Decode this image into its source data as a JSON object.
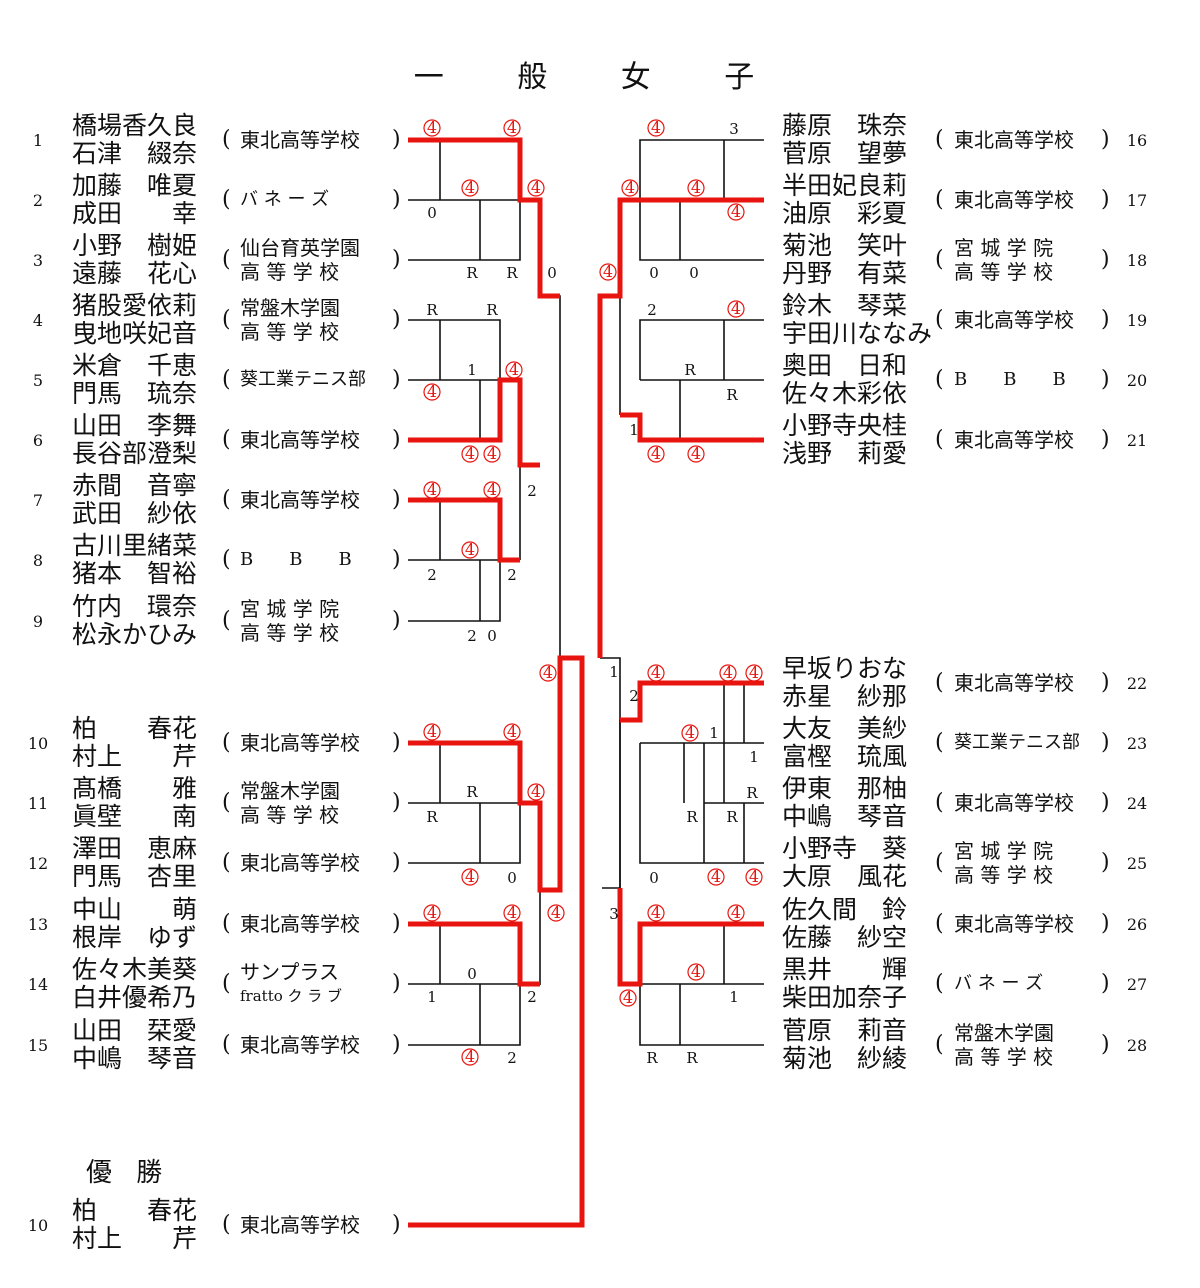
{
  "title": "一 般 女 子",
  "players": [
    {
      "no": "1",
      "a": "橋場香久良",
      "b": "石津　綴奈",
      "school": "東北高等学校"
    },
    {
      "no": "2",
      "a": "加藤　唯夏",
      "b": "成田　　幸",
      "school": "バ ネ ー ズ"
    },
    {
      "no": "3",
      "a": "小野　樹姫",
      "b": "遠藤　花心",
      "school": "仙台育英学園\n高 等 学 校"
    },
    {
      "no": "4",
      "a": "猪股愛依莉",
      "b": "曳地咲妃音",
      "school": "常盤木学園\n高 等 学 校"
    },
    {
      "no": "5",
      "a": "米倉　千恵",
      "b": "門馬　琉奈",
      "school": "葵工業テニス部"
    },
    {
      "no": "6",
      "a": "山田　李舞",
      "b": "長谷部澄梨",
      "school": "東北高等学校"
    },
    {
      "no": "7",
      "a": "赤間　音寧",
      "b": "武田　紗依",
      "school": "東北高等学校"
    },
    {
      "no": "8",
      "a": "古川里緒菜",
      "b": "猪本　智裕",
      "school": "B　　B　　B"
    },
    {
      "no": "9",
      "a": "竹内　環奈",
      "b": "松永かひみ",
      "school": "宮 城 学 院\n高 等 学 校"
    },
    {
      "no": "10",
      "a": "柏　　春花",
      "b": "村上　　芹",
      "school": "東北高等学校"
    },
    {
      "no": "11",
      "a": "髙橋　　雅",
      "b": "眞壁　　南",
      "school": "常盤木学園\n高 等 学 校"
    },
    {
      "no": "12",
      "a": "澤田　恵麻",
      "b": "門馬　杏里",
      "school": "東北高等学校"
    },
    {
      "no": "13",
      "a": "中山　　萌",
      "b": "根岸　ゆず",
      "school": "東北高等学校"
    },
    {
      "no": "14",
      "a": "佐々木美葵",
      "b": "白井優希乃",
      "school": "サンプラス\nfratto クラブ"
    },
    {
      "no": "15",
      "a": "山田　栞愛",
      "b": "中嶋　琴音",
      "school": "東北高等学校"
    },
    {
      "no": "16",
      "a": "藤原　珠奈",
      "b": "菅原　望夢",
      "school": "東北高等学校"
    },
    {
      "no": "17",
      "a": "半田妃良莉",
      "b": "油原　彩夏",
      "school": "東北高等学校"
    },
    {
      "no": "18",
      "a": "菊池　笑叶",
      "b": "丹野　有菜",
      "school": "宮 城 学 院\n高 等 学 校"
    },
    {
      "no": "19",
      "a": "鈴木　琴菜",
      "b": "宇田川ななみ",
      "school": "東北高等学校"
    },
    {
      "no": "20",
      "a": "奥田　日和",
      "b": "佐々木彩依",
      "school": "B　　B　　B"
    },
    {
      "no": "21",
      "a": "小野寺央桂",
      "b": "浅野　莉愛",
      "school": "東北高等学校"
    },
    {
      "no": "22",
      "a": "早坂りおな",
      "b": "赤星　紗那",
      "school": "東北高等学校"
    },
    {
      "no": "23",
      "a": "大友　美紗",
      "b": "富樫　琉風",
      "school": "葵工業テニス部"
    },
    {
      "no": "24",
      "a": "伊東　那柚",
      "b": "中嶋　琴音",
      "school": "東北高等学校"
    },
    {
      "no": "25",
      "a": "小野寺　葵",
      "b": "大原　風花",
      "school": "宮 城 学 院\n高 等 学 校"
    },
    {
      "no": "26",
      "a": "佐久間　鈴",
      "b": "佐藤　紗空",
      "school": "東北高等学校"
    },
    {
      "no": "27",
      "a": "黒井　　輝",
      "b": "柴田加奈子",
      "school": "バ ネ ー ズ"
    },
    {
      "no": "28",
      "a": "菅原　莉音",
      "b": "菊池　紗綾",
      "school": "常盤木学園\n高 等 学 校"
    }
  ],
  "champion": {
    "label": "優 勝",
    "no": "10",
    "a": "柏　　春花",
    "b": "村上　　芹",
    "school": "東北高等学校"
  },
  "colors": {
    "winner_line": "#e8140f",
    "line": "#111111",
    "score_circle": "#e8140f"
  }
}
